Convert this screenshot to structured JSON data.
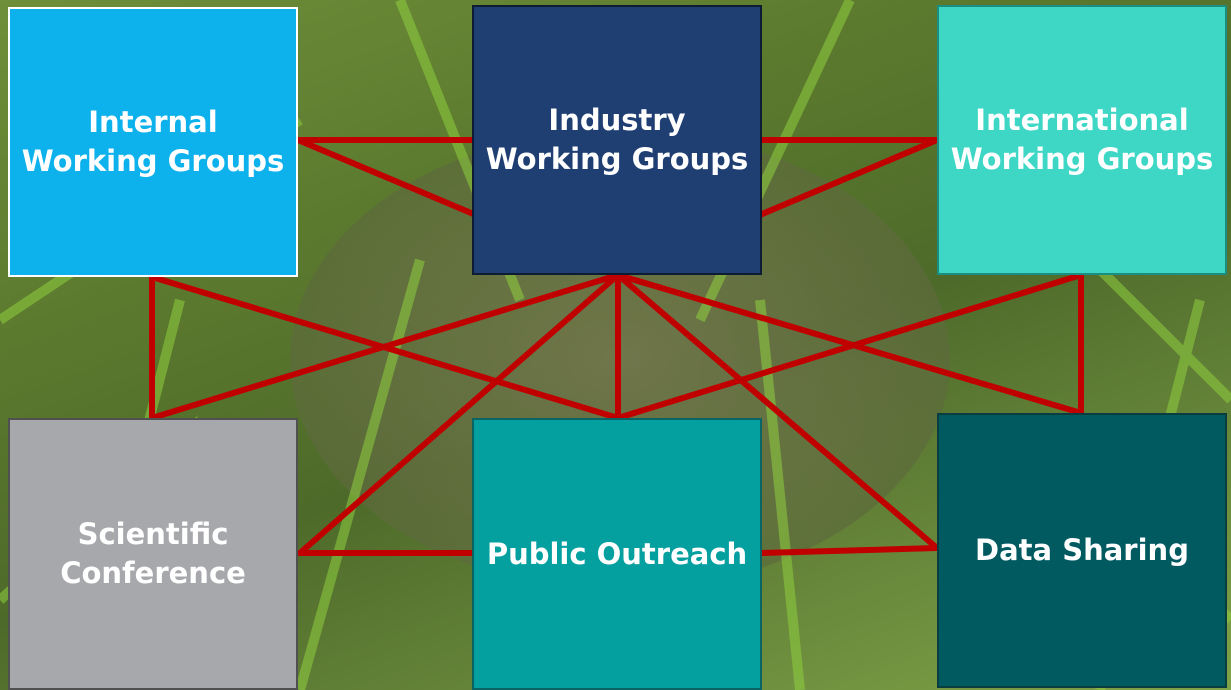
{
  "diagram": {
    "nodes": [
      {
        "id": "internal",
        "label": "Internal\nWorking Groups",
        "color": "#0db1ec"
      },
      {
        "id": "industry",
        "label": "Industry\nWorking Groups",
        "color": "#1f3f73"
      },
      {
        "id": "international",
        "label": "International\nWorking Groups",
        "color": "#3ed7c5"
      },
      {
        "id": "scientific",
        "label": "Scientific\nConference",
        "color": "#a6a8ab"
      },
      {
        "id": "outreach",
        "label": "Public Outreach",
        "color": "#049f9f"
      },
      {
        "id": "datasharing",
        "label": "Data Sharing",
        "color": "#005a60"
      }
    ],
    "connector_color": "#c00000",
    "background": "underwater-seagrass-photo"
  }
}
